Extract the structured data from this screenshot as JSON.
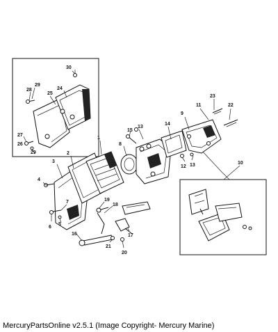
{
  "caption": "MercuryPartsOnline v2.5.1 (Image Copyright- Mercury Marine)",
  "callouts": [
    {
      "id": "c30",
      "text": "30"
    },
    {
      "id": "c29a",
      "text": "29"
    },
    {
      "id": "c28",
      "text": "28"
    },
    {
      "id": "c25",
      "text": "25"
    },
    {
      "id": "c24",
      "text": "24"
    },
    {
      "id": "c27",
      "text": "27"
    },
    {
      "id": "c26",
      "text": "26"
    },
    {
      "id": "c29b",
      "text": "29"
    },
    {
      "id": "c23",
      "text": "23"
    },
    {
      "id": "c11",
      "text": "11"
    },
    {
      "id": "c22",
      "text": "22"
    },
    {
      "id": "c9",
      "text": "9"
    },
    {
      "id": "c14",
      "text": "14"
    },
    {
      "id": "c13a",
      "text": "13"
    },
    {
      "id": "c15",
      "text": "15"
    },
    {
      "id": "c13b",
      "text": "13"
    },
    {
      "id": "c12",
      "text": "12"
    },
    {
      "id": "c8",
      "text": "8"
    },
    {
      "id": "c1",
      "text": "1"
    },
    {
      "id": "c2",
      "text": "2"
    },
    {
      "id": "c3",
      "text": "3"
    },
    {
      "id": "c4",
      "text": "4"
    },
    {
      "id": "c10",
      "text": "10"
    },
    {
      "id": "c19",
      "text": "19"
    },
    {
      "id": "c18",
      "text": "18"
    },
    {
      "id": "c5",
      "text": "5"
    },
    {
      "id": "c6",
      "text": "6"
    },
    {
      "id": "c7",
      "text": "7"
    },
    {
      "id": "c17",
      "text": "17"
    },
    {
      "id": "c16",
      "text": "16"
    },
    {
      "id": "c21",
      "text": "21"
    },
    {
      "id": "c20",
      "text": "20"
    }
  ]
}
